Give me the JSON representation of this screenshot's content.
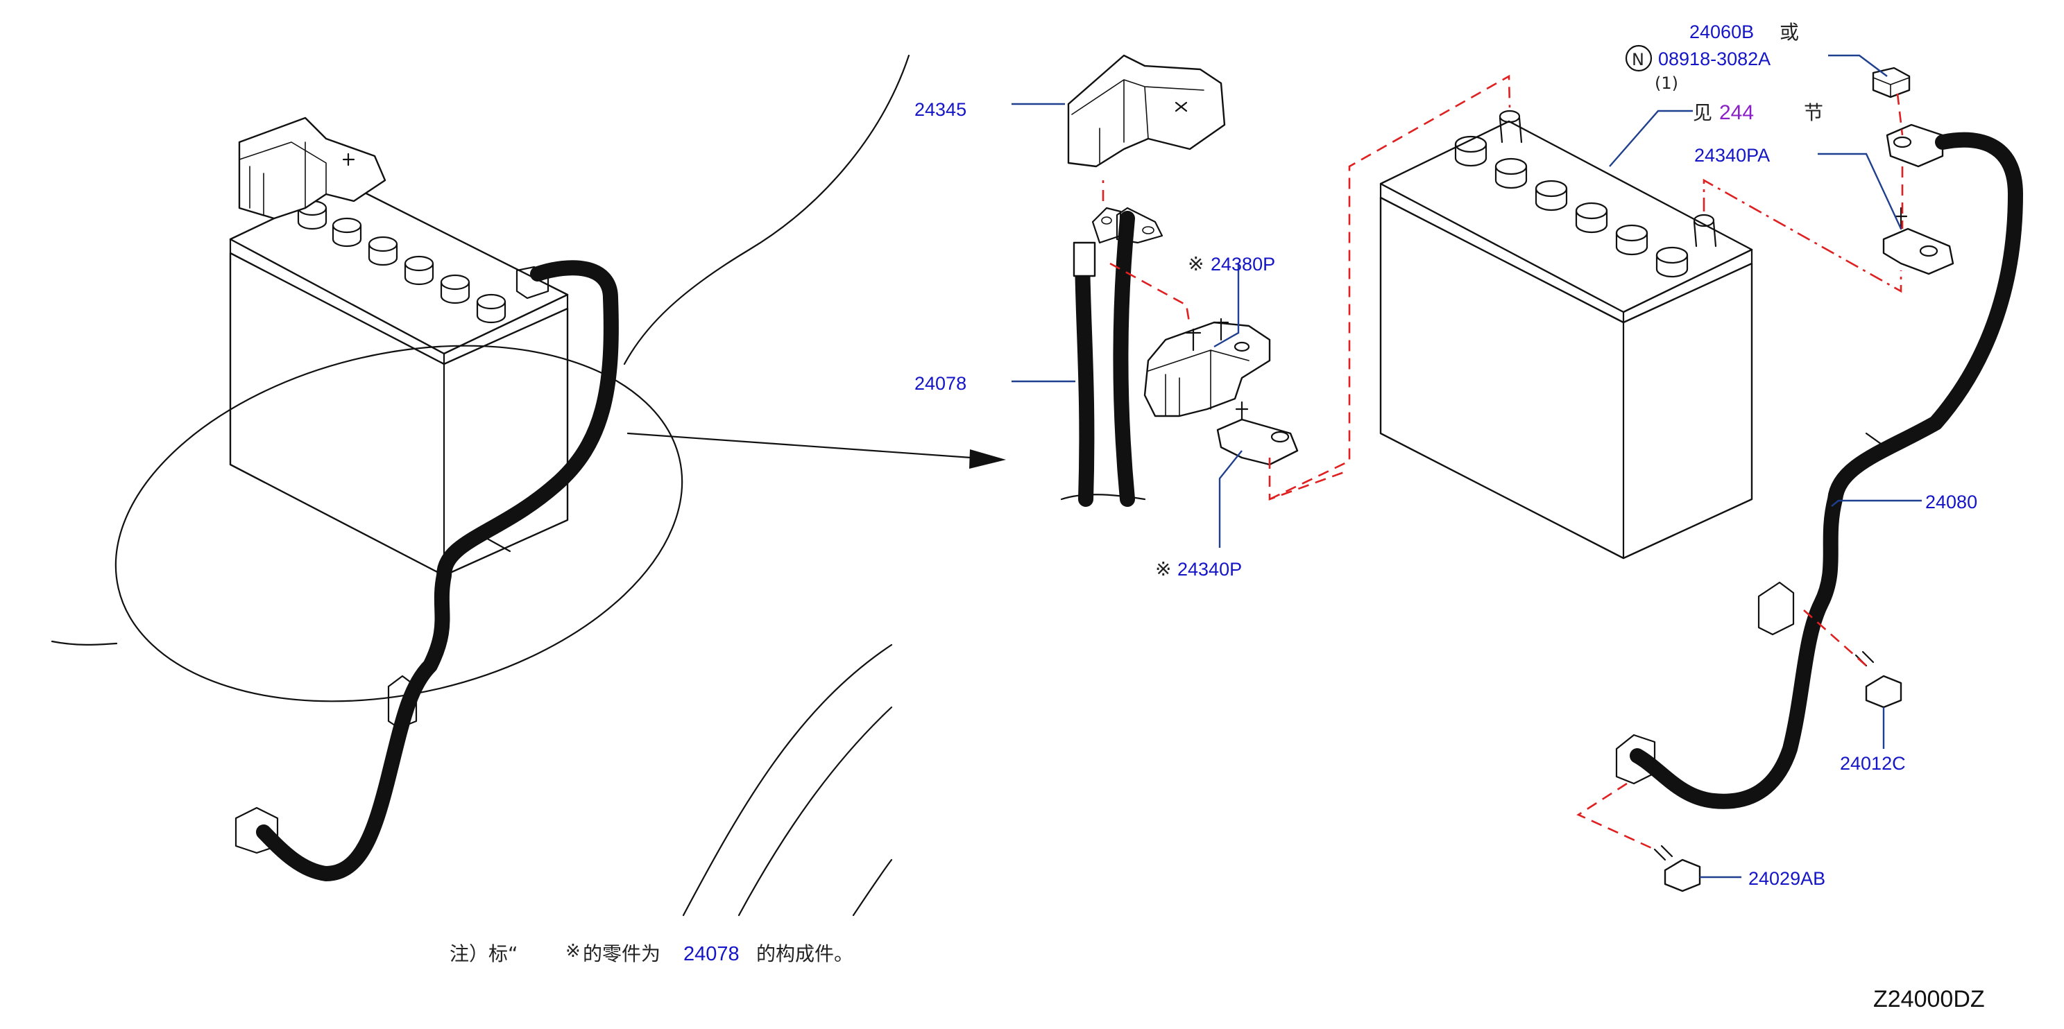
{
  "diagram_code": "Z24000DZ",
  "part_labels": {
    "p24345": "24345",
    "p24078": "24078",
    "p24380P": "24380P",
    "p24340P": "24340P",
    "p24060B": "24060B",
    "or_text": "或",
    "n_circle": "N",
    "p08918": "08918-3082A",
    "qty": "(1)",
    "p24340PA": "24340PA",
    "p24080": "24080",
    "p24012C": "24012C",
    "p24029AB": "24029AB",
    "asterisk_mark": "※"
  },
  "see_section": {
    "prefix": "见",
    "number": "244",
    "suffix": "节"
  },
  "note": {
    "prefix": "注）标“",
    "mark": "※",
    "middle": "的零件为",
    "part": "24078",
    "suffix": "的构成件。"
  },
  "colors": {
    "part_number": "#1515c8",
    "leader_line": "#1f3f8f",
    "dashed_line": "#e02020",
    "section_ref": "#8a1fc8"
  }
}
